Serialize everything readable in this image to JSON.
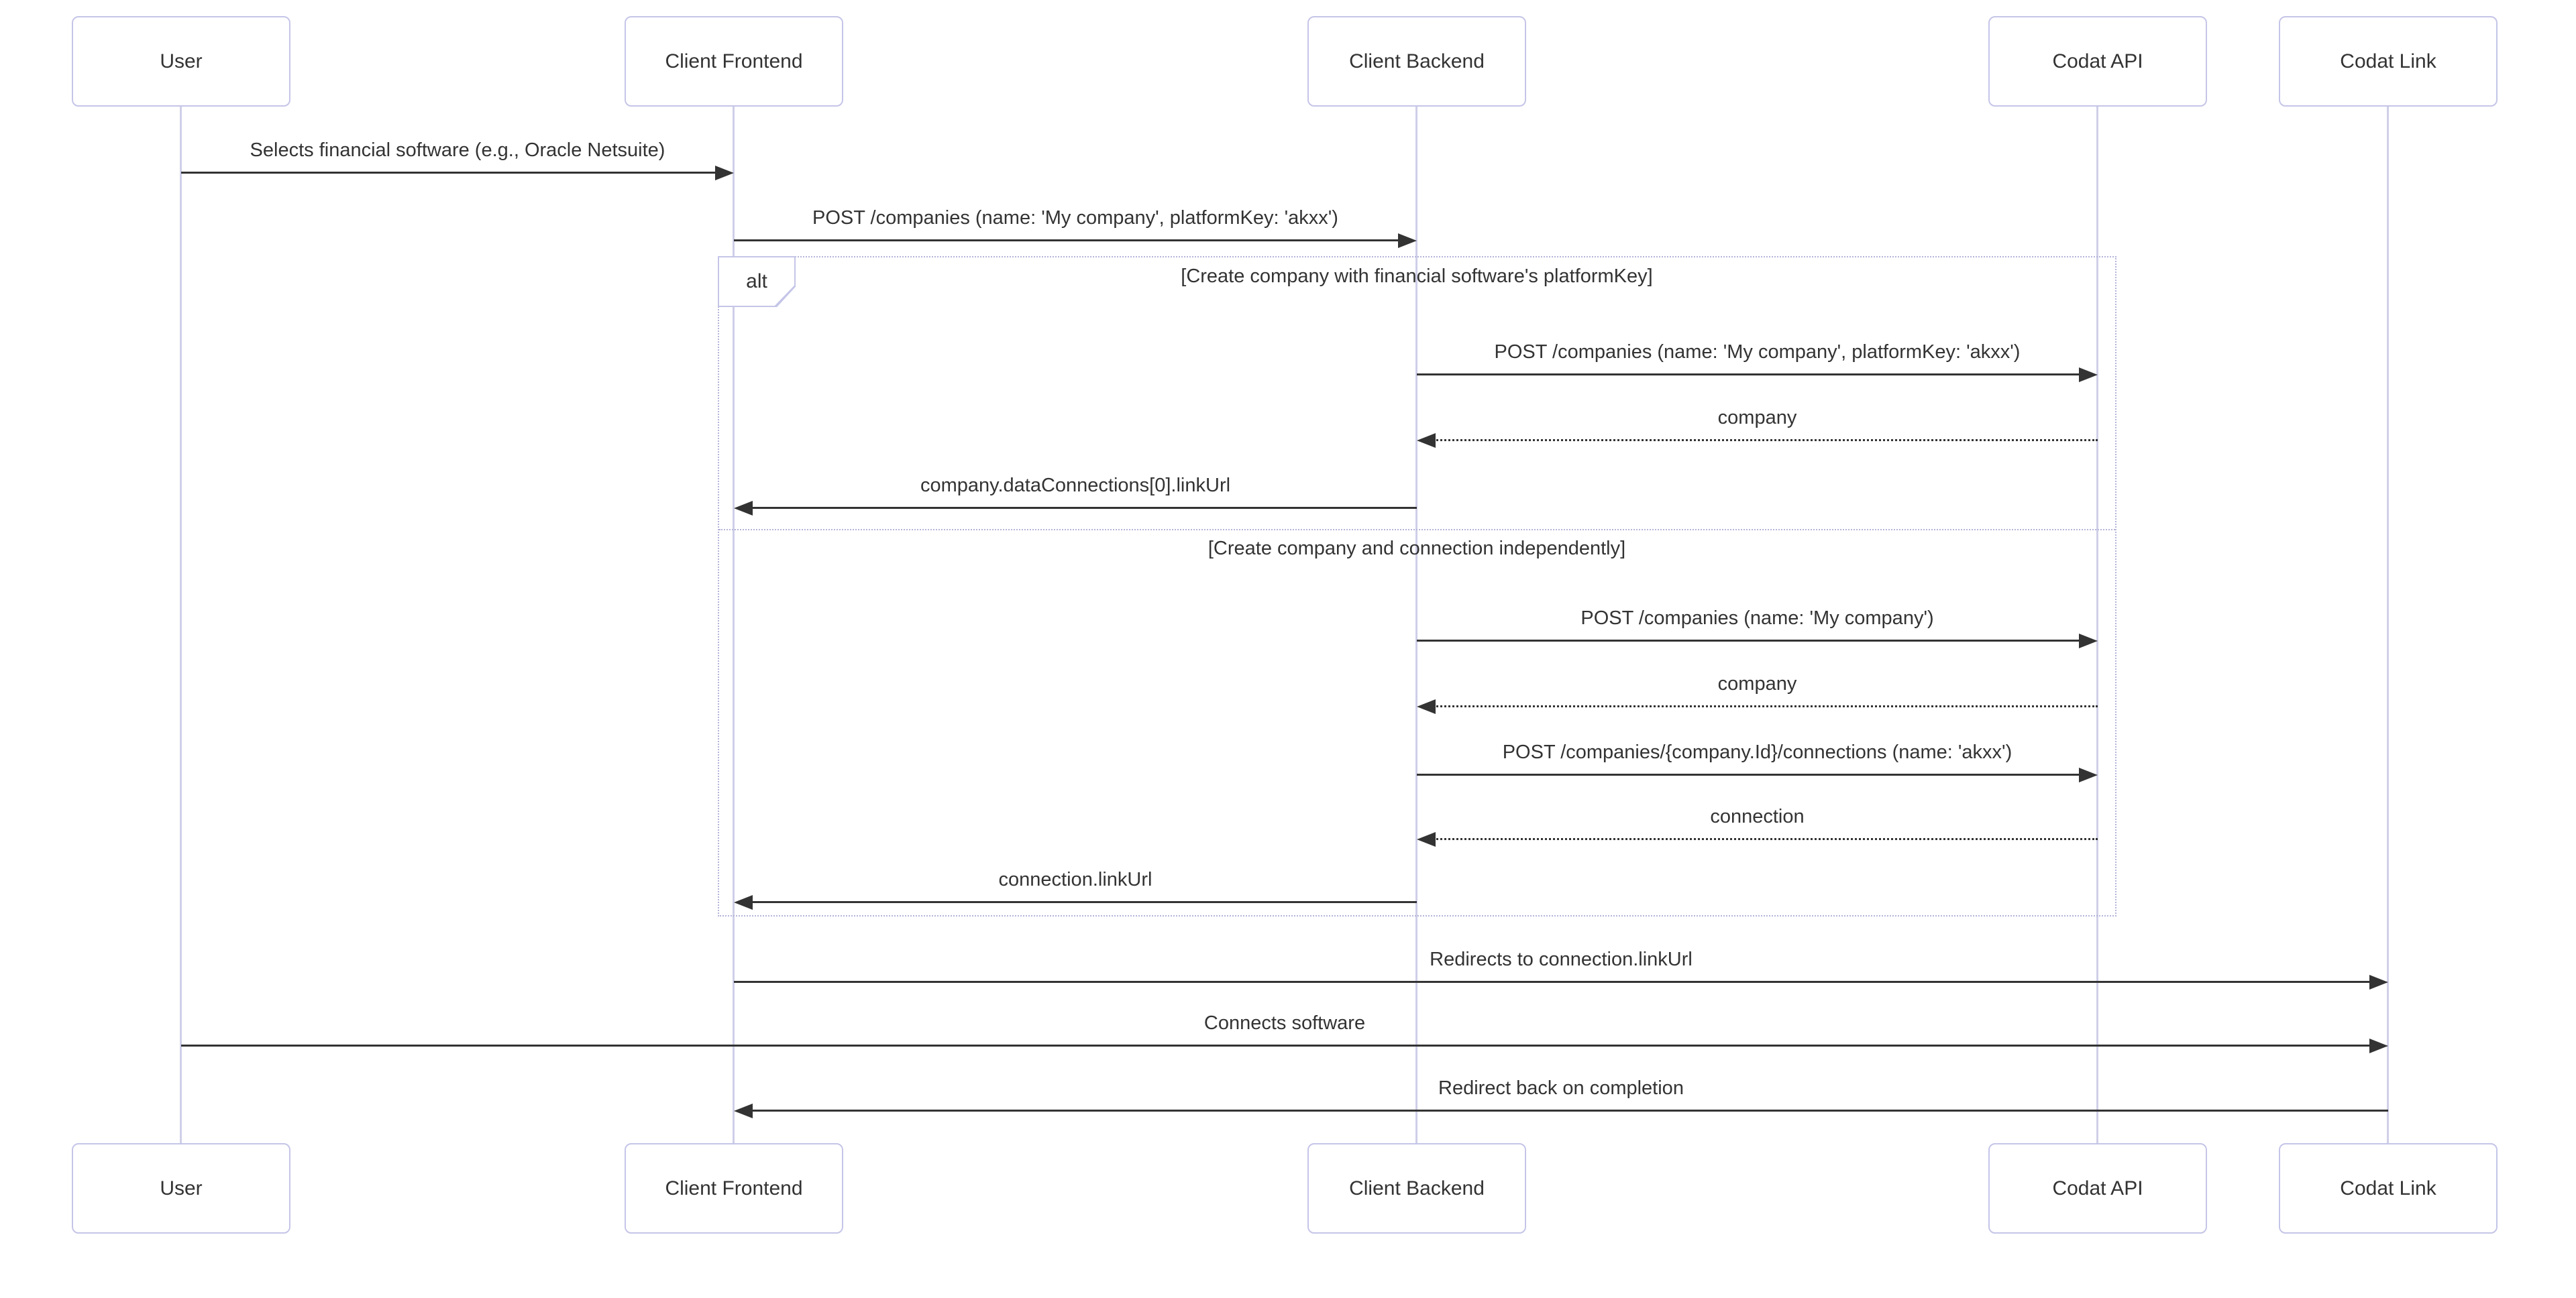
{
  "diagram": {
    "type": "sequence",
    "participants": [
      {
        "id": "user",
        "label": "User"
      },
      {
        "id": "frontend",
        "label": "Client Frontend"
      },
      {
        "id": "backend",
        "label": "Client Backend"
      },
      {
        "id": "api",
        "label": "Codat API"
      },
      {
        "id": "link",
        "label": "Codat Link"
      }
    ],
    "messages": [
      {
        "from": "user",
        "to": "frontend",
        "text": "Selects financial software (e.g., Oracle Netsuite)",
        "line": "solid"
      },
      {
        "from": "frontend",
        "to": "backend",
        "text": "POST /companies (name: 'My company', platformKey: 'akxx')",
        "line": "solid"
      },
      {
        "from": "backend",
        "to": "api",
        "text": "POST /companies (name: 'My company', platformKey: 'akxx')",
        "line": "solid"
      },
      {
        "from": "api",
        "to": "backend",
        "text": "company",
        "line": "dashed"
      },
      {
        "from": "backend",
        "to": "frontend",
        "text": "company.dataConnections[0].linkUrl",
        "line": "solid"
      },
      {
        "from": "backend",
        "to": "api",
        "text": "POST /companies (name: 'My company')",
        "line": "solid"
      },
      {
        "from": "api",
        "to": "backend",
        "text": "company",
        "line": "dashed"
      },
      {
        "from": "backend",
        "to": "api",
        "text": "POST /companies/{company.Id}/connections (name: 'akxx')",
        "line": "solid"
      },
      {
        "from": "api",
        "to": "backend",
        "text": "connection",
        "line": "dashed"
      },
      {
        "from": "backend",
        "to": "frontend",
        "text": "connection.linkUrl",
        "line": "solid"
      },
      {
        "from": "frontend",
        "to": "link",
        "text": "Redirects to connection.linkUrl",
        "line": "solid"
      },
      {
        "from": "user",
        "to": "link",
        "text": "Connects software",
        "line": "solid"
      },
      {
        "from": "link",
        "to": "frontend",
        "text": "Redirect back on completion",
        "line": "solid"
      }
    ],
    "alt": {
      "label": "alt",
      "sections": [
        {
          "label": "[Create company with financial software's platformKey]"
        },
        {
          "label": "[Create company and connection independently]"
        }
      ]
    },
    "colors": {
      "actor_border": "#c5c5e8",
      "lifeline": "#cfcfe8",
      "frame_border": "#b3b3d9",
      "arrow": "#333333",
      "text": "#333333",
      "background": "#ffffff"
    }
  }
}
